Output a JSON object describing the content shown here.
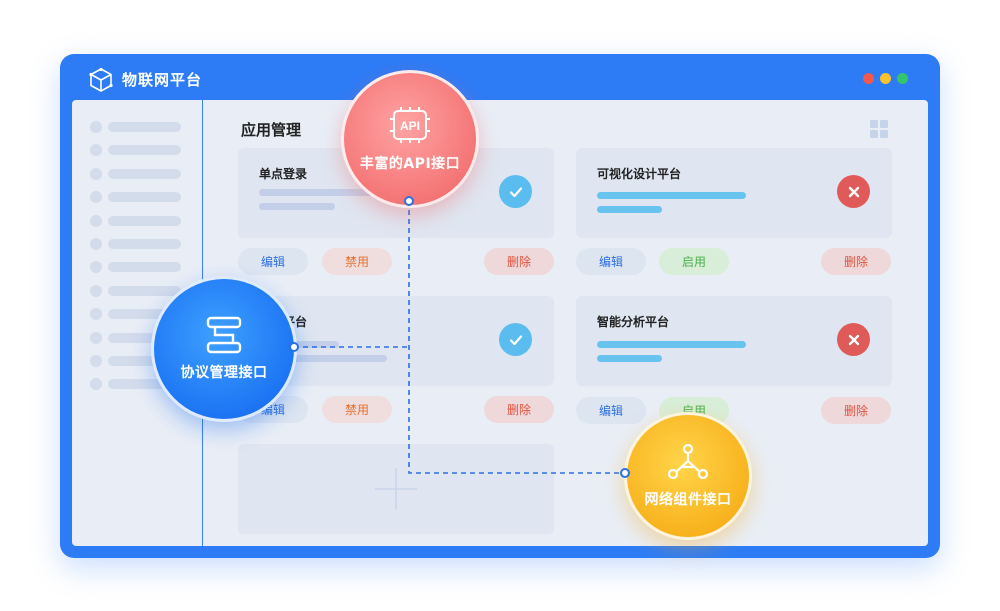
{
  "window": {
    "title": "物联网平台",
    "logo_icon": "cube-icon",
    "controls": [
      {
        "name": "close",
        "color": "#f15a4a"
      },
      {
        "name": "minimize",
        "color": "#f8c22c"
      },
      {
        "name": "maximize",
        "color": "#34c46b"
      }
    ]
  },
  "main": {
    "title": "应用管理",
    "view_icon": "grid-view-icon"
  },
  "cards": [
    {
      "title": "单点登录",
      "status": "enabled",
      "status_icon": "check-icon",
      "status_color": "#5bbcf0",
      "line_color": "#c3cfe9",
      "edit": "编辑",
      "toggle": "禁用",
      "toggle_kind": "disable",
      "delete": "删除"
    },
    {
      "title": "可视化设计平台",
      "status": "disabled",
      "status_icon": "close-icon",
      "status_color": "#e05a5a",
      "line_color": "#69c3ef",
      "edit": "编辑",
      "toggle": "启用",
      "toggle_kind": "enable",
      "delete": "删除"
    },
    {
      "title": "集成平台",
      "status": "enabled",
      "status_icon": "check-icon",
      "status_color": "#5bbcf0",
      "line_color": "#c3cfe9",
      "edit": "编辑",
      "toggle": "禁用",
      "toggle_kind": "disable",
      "delete": "删除"
    },
    {
      "title": "智能分析平台",
      "status": "disabled",
      "status_icon": "close-icon",
      "status_color": "#e05a5a",
      "line_color": "#69c3ef",
      "edit": "编辑",
      "toggle": "启用",
      "toggle_kind": "enable",
      "delete": "删除"
    }
  ],
  "add_card": {
    "icon": "plus-icon"
  },
  "features": {
    "api": {
      "label": "丰富的API接口",
      "icon_text": "API",
      "icon": "chip-api-icon"
    },
    "protocol": {
      "label": "协议管理接口",
      "icon": "protocol-icon"
    },
    "network": {
      "label": "网络组件接口",
      "icon": "network-nodes-icon"
    }
  }
}
